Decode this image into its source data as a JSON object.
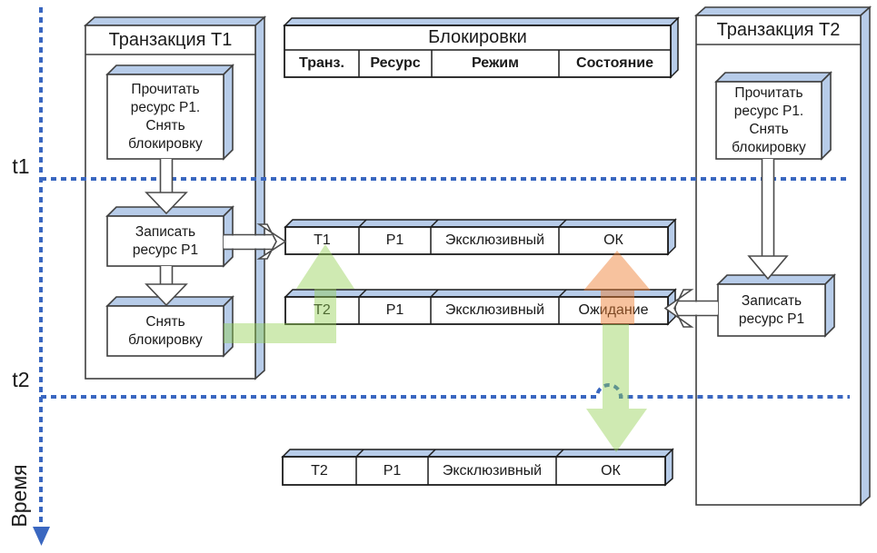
{
  "panels": {
    "t1": {
      "title": "Транзакция T1",
      "steps": [
        {
          "lines": [
            "Прочитать",
            "ресурс P1.",
            "Снять",
            "блокировку"
          ]
        },
        {
          "lines": [
            "Записать",
            "ресурс P1"
          ]
        },
        {
          "lines": [
            "Снять",
            "блокировку"
          ]
        }
      ]
    },
    "t2": {
      "title": "Транзакция T2",
      "steps": [
        {
          "lines": [
            "Прочитать",
            "ресурс P1.",
            "Снять",
            "блокировку"
          ]
        },
        {
          "lines": [
            "Записать",
            "ресурс P1"
          ]
        }
      ]
    }
  },
  "locks": {
    "title": "Блокировки",
    "columns": [
      "Транз.",
      "Ресурс",
      "Режим",
      "Состояние"
    ],
    "rows": [
      [
        "T1",
        "P1",
        "Эксклюзивный",
        "ОК"
      ],
      [
        "T2",
        "P1",
        "Эксклюзивный",
        "Ожидание"
      ],
      [
        "T2",
        "P1",
        "Эксклюзивный",
        "ОК"
      ]
    ]
  },
  "timeline": {
    "t1": "t1",
    "t2": "t2",
    "axis_label": "Время"
  },
  "colors": {
    "box_3d_face": "#b7cce9",
    "box_border": "#3f3f3f",
    "dashed_line": "#3a67c0",
    "flow_green": "#92d050",
    "wait_orange": "#ed7d31"
  }
}
